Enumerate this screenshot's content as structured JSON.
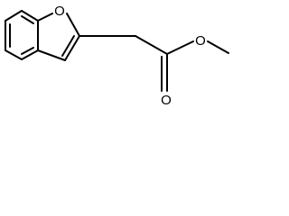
{
  "structure": {
    "colors": {
      "ink": "#000000",
      "background": "#ffffff"
    },
    "atom_labels": {
      "ring_oxygen": "O",
      "carbonyl_oxygen": "O",
      "ester_oxygen": "O"
    }
  }
}
